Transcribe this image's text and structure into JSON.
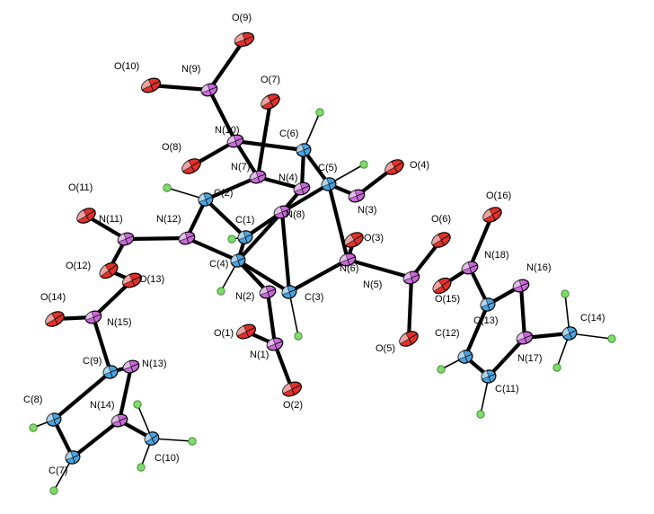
{
  "colors": {
    "C": "#4aa3df",
    "N": "#c86ad8",
    "O": "#e0302a",
    "H": "#7ddc6a",
    "bond": "#000000"
  },
  "labels": [
    {
      "id": "O9",
      "text": "O(9)"
    },
    {
      "id": "O10",
      "text": "O(10)"
    },
    {
      "id": "N9",
      "text": "N(9)"
    },
    {
      "id": "O7",
      "text": "O(7)"
    },
    {
      "id": "N10",
      "text": "N(10)"
    },
    {
      "id": "C6",
      "text": "C(6)"
    },
    {
      "id": "O8",
      "text": "O(8)"
    },
    {
      "id": "N7",
      "text": "N(7)"
    },
    {
      "id": "N4",
      "text": "N(4)"
    },
    {
      "id": "C5",
      "text": "C(5)"
    },
    {
      "id": "O4",
      "text": "O(4)"
    },
    {
      "id": "O11",
      "text": "O(11)"
    },
    {
      "id": "C2",
      "text": "C(2)"
    },
    {
      "id": "N3",
      "text": "N(3)"
    },
    {
      "id": "N11",
      "text": "N(11)"
    },
    {
      "id": "N12",
      "text": "N(12)"
    },
    {
      "id": "C1",
      "text": "C(1)"
    },
    {
      "id": "N8",
      "text": "N(8)"
    },
    {
      "id": "O16",
      "text": "O(16)"
    },
    {
      "id": "O6",
      "text": "O(6)"
    },
    {
      "id": "O3",
      "text": "O(3)"
    },
    {
      "id": "N18",
      "text": "N(18)"
    },
    {
      "id": "N16",
      "text": "N(16)"
    },
    {
      "id": "O12",
      "text": "O(12)"
    },
    {
      "id": "O13",
      "text": "O(13)"
    },
    {
      "id": "C4",
      "text": "C(4)"
    },
    {
      "id": "N6",
      "text": "N(6)"
    },
    {
      "id": "N5",
      "text": "N(5)"
    },
    {
      "id": "O15",
      "text": "O(15)"
    },
    {
      "id": "N2",
      "text": "N(2)"
    },
    {
      "id": "C3",
      "text": "C(3)"
    },
    {
      "id": "O14",
      "text": "O(14)"
    },
    {
      "id": "N15",
      "text": "N(15)"
    },
    {
      "id": "C13",
      "text": "C(13)"
    },
    {
      "id": "C14",
      "text": "C(14)"
    },
    {
      "id": "O1",
      "text": "O(1)"
    },
    {
      "id": "C12",
      "text": "C(12)"
    },
    {
      "id": "O5",
      "text": "O(5)"
    },
    {
      "id": "N1",
      "text": "N(1)"
    },
    {
      "id": "N17",
      "text": "N(17)"
    },
    {
      "id": "C9",
      "text": "C(9)"
    },
    {
      "id": "N13",
      "text": "N(13)"
    },
    {
      "id": "C11",
      "text": "C(11)"
    },
    {
      "id": "C8",
      "text": "C(8)"
    },
    {
      "id": "N14",
      "text": "N(14)"
    },
    {
      "id": "O2",
      "text": "O(2)"
    },
    {
      "id": "C10",
      "text": "C(10)"
    },
    {
      "id": "C7",
      "text": "C(7)"
    }
  ]
}
